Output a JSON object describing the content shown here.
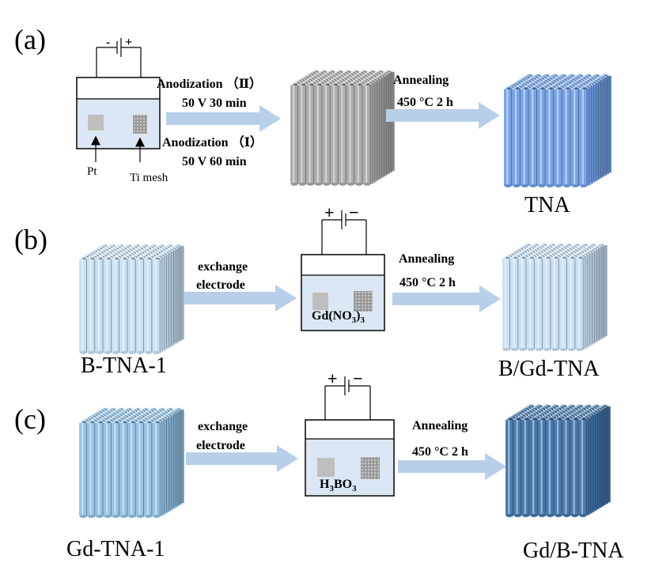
{
  "colors": {
    "tna": "#6f9ee3",
    "gray": "#a8a8a8",
    "light": "#c6def2",
    "mid": "#8fbfe3",
    "dark": "#3f73a8",
    "cell_fill": "#dbe7f4",
    "arrow": "#b8cfea",
    "electrode": "#bfbfbf"
  },
  "panel_a": {
    "label": "(a)",
    "polarity_minus": "-",
    "polarity_plus": "+",
    "electrode_left": "Pt",
    "electrode_right": "Ti mesh",
    "step1_line1": "Anodization （Ⅱ）",
    "step1_line2": "50 V   30 min",
    "step2_line1": "Anodization （Ⅰ）",
    "step2_line2": "50 V   60 min",
    "anneal_line1": "Annealing",
    "anneal_line2": "450 °C   2 h",
    "product": "TNA"
  },
  "panel_b": {
    "label": "(b)",
    "polarity_plus": "+",
    "polarity_minus": "−",
    "start": "B-TNA-1",
    "step_line1": "exchange",
    "step_line2": "electrode",
    "electrolyte": "Gd(NO",
    "electrolyte_sub": "3",
    "electrolyte_close": ")",
    "electrolyte_sub2": "3",
    "anneal_line1": "Annealing",
    "anneal_line2": "450 °C   2 h",
    "product": "B/Gd-TNA"
  },
  "panel_c": {
    "label": "(c)",
    "polarity_plus": "+",
    "polarity_minus": "−",
    "start": "Gd-TNA-1",
    "step_line1": "exchange",
    "step_line2": "electrode",
    "electrolyte": "H",
    "electrolyte_sub": "3",
    "electrolyte_mid": "BO",
    "electrolyte_sub2": "3",
    "anneal_line1": "Annealing",
    "anneal_line2": "450 °C  2 h",
    "product": "Gd/B-TNA"
  }
}
